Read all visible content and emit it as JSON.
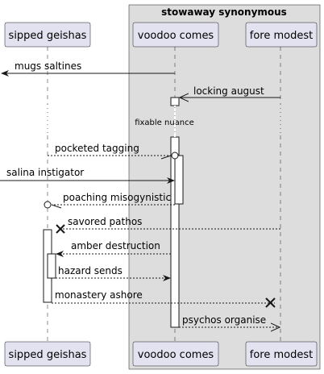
{
  "box": {
    "title": "stowaway synonymous"
  },
  "participants": {
    "geishas": {
      "label": "sipped geishas"
    },
    "voodoo": {
      "label": "voodoo comes"
    },
    "fore": {
      "label": "fore modest"
    }
  },
  "messages": [
    {
      "id": "m1",
      "label": "mugs saltines",
      "from": "voodoo",
      "to": "outside-left",
      "style": "solid",
      "head": "filled"
    },
    {
      "id": "m2",
      "label": "locking august",
      "from": "fore",
      "to": "voodoo",
      "style": "solid",
      "head": "open"
    },
    {
      "id": "m3",
      "label": "pocketed tagging",
      "from": "geishas",
      "to": "voodoo",
      "style": "dashed",
      "head": "circle-open"
    },
    {
      "id": "m4",
      "label": "salina instigator",
      "from": "outside-left",
      "to": "voodoo",
      "style": "solid",
      "head": "filled"
    },
    {
      "id": "m5",
      "label": "poaching misogynistic",
      "from": "voodoo",
      "to": "geishas",
      "style": "dashed",
      "head": "circle"
    },
    {
      "id": "m6",
      "label": "savored pathos",
      "from": "fore",
      "to": "geishas",
      "style": "dashed",
      "head": "destroy"
    },
    {
      "id": "m7",
      "label": "amber destruction",
      "from": "voodoo",
      "to": "geishas",
      "style": "dashed",
      "head": "filled"
    },
    {
      "id": "m8",
      "label": "hazard sends",
      "from": "geishas",
      "to": "voodoo",
      "style": "dashed",
      "head": "filled"
    },
    {
      "id": "m9",
      "label": "monastery ashore",
      "from": "geishas",
      "to": "fore",
      "style": "dashed",
      "head": "destroy"
    },
    {
      "id": "m10",
      "label": "psychos organise",
      "from": "voodoo",
      "to": "fore",
      "style": "dashed",
      "head": "open"
    }
  ],
  "delay": {
    "label": "fixable nuance"
  },
  "colors": {
    "participant_fill": "#E2E2F0",
    "participant_border": "#181818",
    "box_fill": "#DDDDDD",
    "line": "#181818",
    "background": "#FFFFFF"
  }
}
